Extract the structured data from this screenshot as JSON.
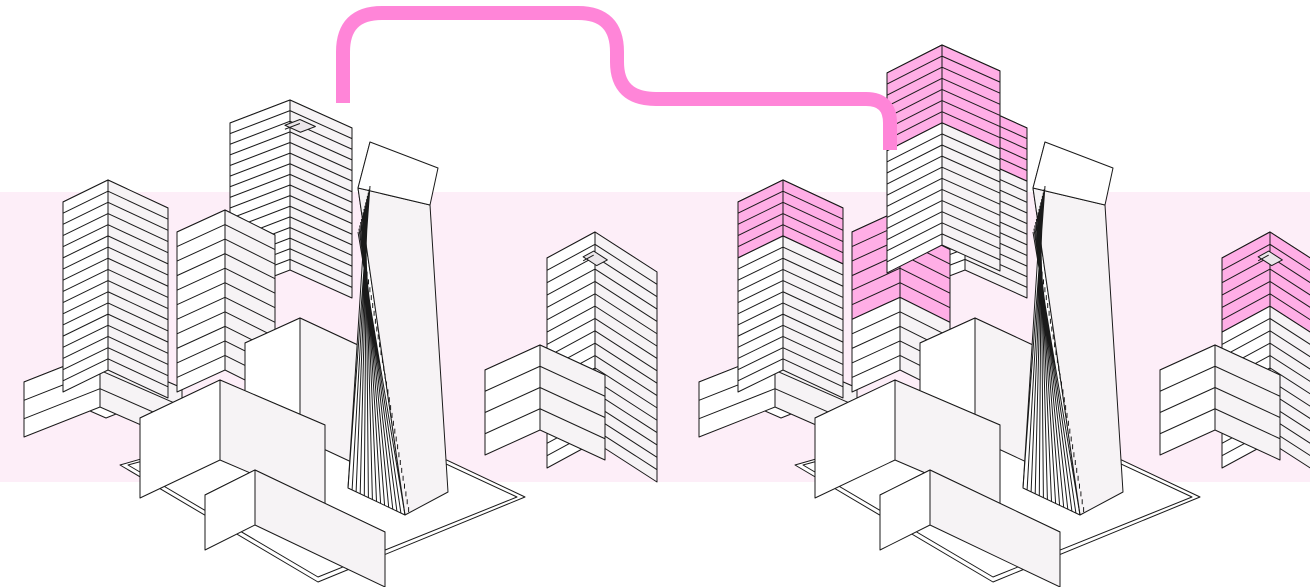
{
  "colors": {
    "background": "#ffffff",
    "band": "#fdeef8",
    "connector": "#ff85d8",
    "highlight": "#ffaee6",
    "outline": "#1a1a1a",
    "face_light": "#ffffff",
    "face_mid": "#f6f3f5",
    "face_dark": "#ebe6ea"
  },
  "icons": {
    "connector": "added-floors-connector-arrow",
    "before_scene": "existing-city-block",
    "after_scene": "city-block-with-added-floors"
  }
}
